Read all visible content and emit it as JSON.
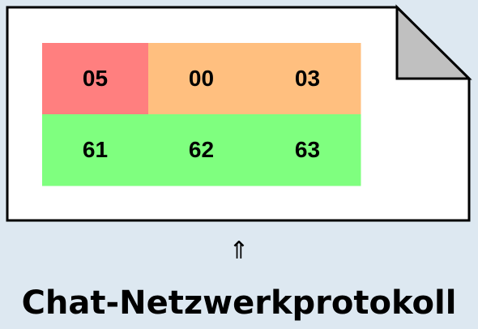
{
  "document": {
    "rows": [
      {
        "cells": [
          {
            "text": "05",
            "color": "#ff7f7f"
          },
          {
            "text": "00",
            "color": "#ffbf7f"
          },
          {
            "text": "03",
            "color": "#ffbf7f"
          }
        ]
      },
      {
        "cells": [
          {
            "text": "61",
            "color": "#7fff7f"
          },
          {
            "text": "62",
            "color": "#7fff7f"
          },
          {
            "text": "63",
            "color": "#7fff7f"
          }
        ]
      }
    ]
  },
  "arrow": {
    "glyph": "⇑"
  },
  "caption": {
    "text": "Chat-Netzwerkprotokoll"
  },
  "colors": {
    "background": "#dde8f1",
    "page": "#ffffff",
    "fold": "#c0c0c0"
  }
}
